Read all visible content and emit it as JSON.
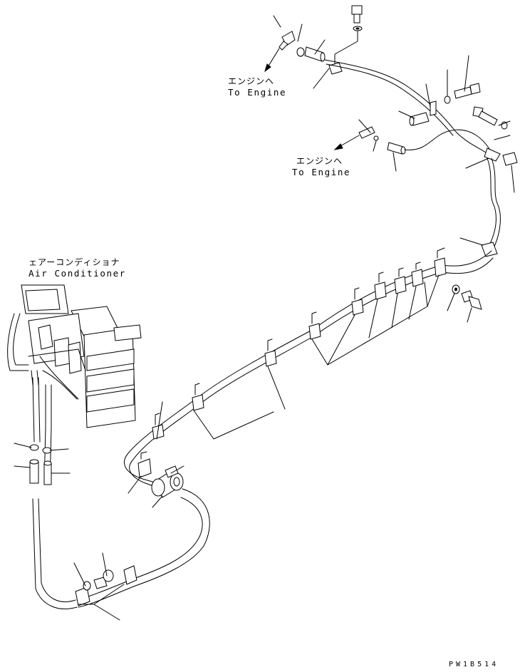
{
  "labels": {
    "engine_upper": {
      "jp": "エンジンヘ",
      "en": "To Engine"
    },
    "engine_lower": {
      "jp": "エンジンヘ",
      "en": "To Engine"
    },
    "air_conditioner": {
      "jp": "ェアーコンディショナ",
      "en": "Air Conditioner"
    }
  },
  "drawing_code": "PW1B514",
  "line_color": "#000000",
  "background_color": "#ffffff"
}
